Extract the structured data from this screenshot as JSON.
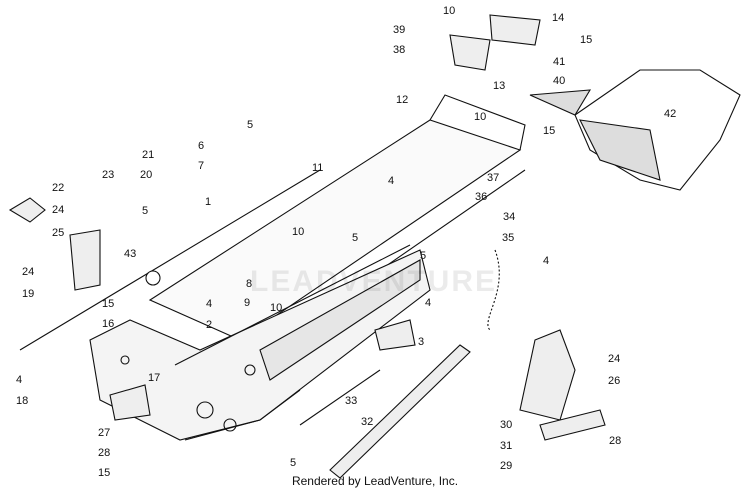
{
  "diagram": {
    "callouts": [
      "10",
      "39",
      "38",
      "14",
      "15",
      "41",
      "40",
      "42",
      "15",
      "12",
      "13",
      "10",
      "5",
      "6",
      "7",
      "11",
      "37",
      "36",
      "21",
      "20",
      "23",
      "22",
      "24",
      "25",
      "5",
      "1",
      "4",
      "10",
      "5",
      "34",
      "35",
      "4",
      "43",
      "5",
      "24",
      "19",
      "8",
      "15",
      "4",
      "16",
      "2",
      "9",
      "10",
      "4",
      "17",
      "3",
      "18",
      "4",
      "27",
      "33",
      "28",
      "32",
      "15",
      "5",
      "24",
      "26",
      "30",
      "31",
      "28",
      "29"
    ],
    "watermark": "LEADVENTURE",
    "credit": "Rendered by LeadVenture, Inc."
  }
}
